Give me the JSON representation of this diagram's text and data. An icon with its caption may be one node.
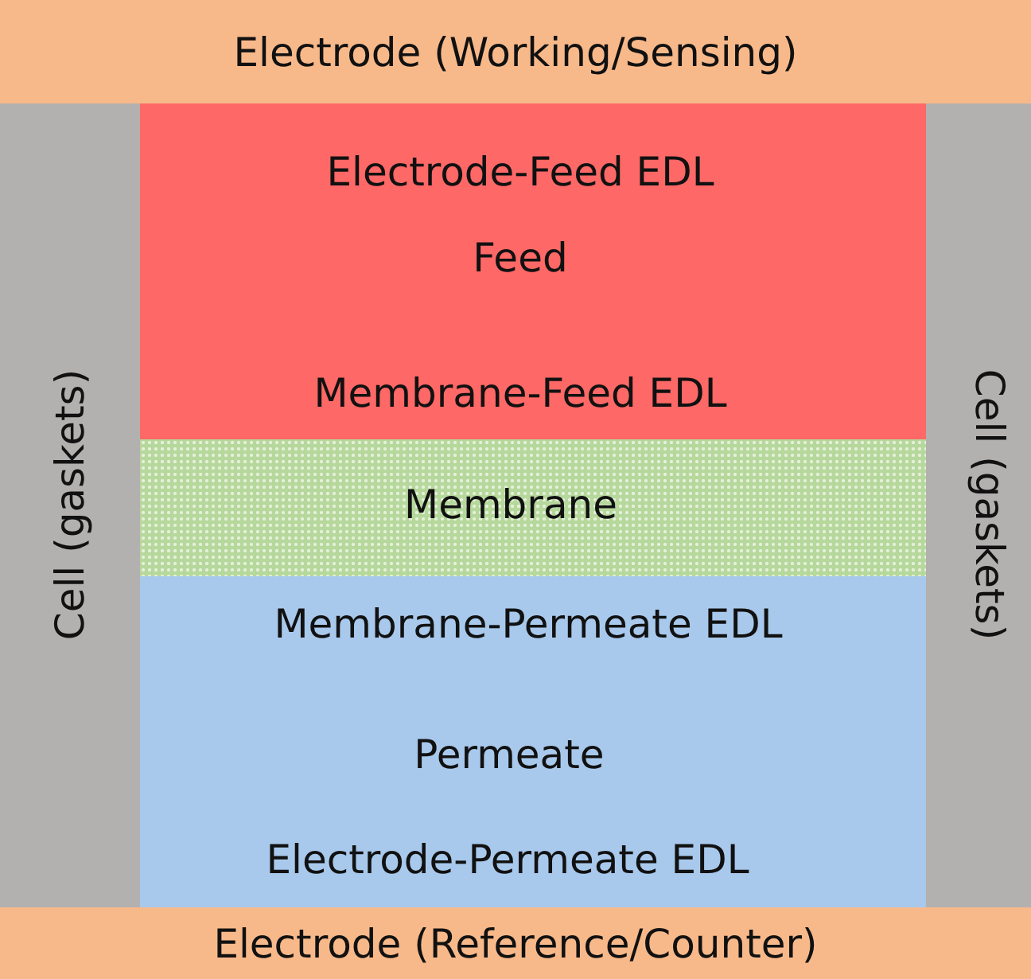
{
  "diagram": {
    "nodes": [
      {
        "text": [
          "Electrode (Working/Sensing)"
        ]
      },
      {
        "text": [
          "Cell (gaskets)"
        ]
      },
      {
        "text": [
          "Electrode-Feed EDL",
          "Feed",
          "Membrane-Feed EDL"
        ]
      },
      {
        "text": [
          "Membrane"
        ]
      },
      {
        "text": [
          "Membrane-Permeate EDL",
          "Permeate",
          "Electrode-Permeate EDL"
        ]
      },
      {
        "text": [
          "Cell (gaskets)"
        ]
      },
      {
        "text": [
          "Electrode (Reference/Counter)"
        ]
      }
    ]
  }
}
